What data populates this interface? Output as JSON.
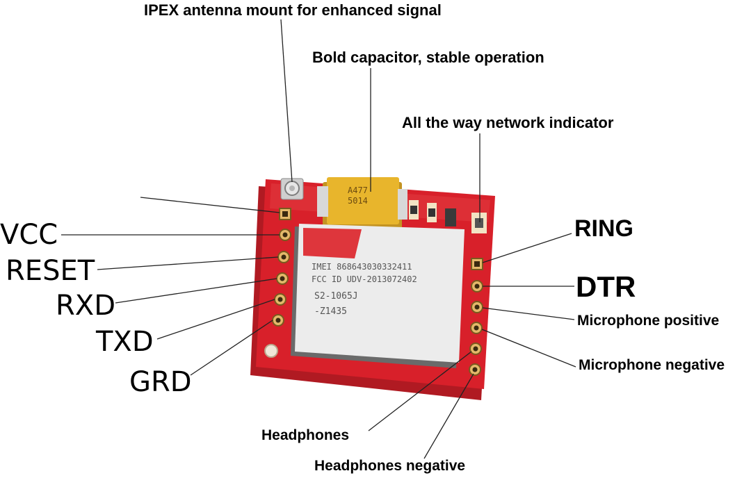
{
  "labels": {
    "ipex": "IPEX antenna mount for enhanced signal",
    "capacitor": "Bold capacitor, stable operation",
    "indicator": "All the way network indicator",
    "vcc": "VCC",
    "reset": "RESET",
    "rxd": "RXD",
    "txd": "TXD",
    "grd": "GRD",
    "ring": "RING",
    "dtr": "DTR",
    "mic_pos": "Microphone positive",
    "mic_neg": "Microphone negative",
    "headphones": "Headphones",
    "headphones_neg": "Headphones negative"
  },
  "module": {
    "capacitor_marking": [
      "A477",
      "5014"
    ],
    "chip_lines": [
      "IMEI 868643030332411",
      "FCC ID UDV-2013072402",
      "S2-1065J",
      "-Z1435"
    ]
  },
  "colors": {
    "pcb": "#d8202a",
    "pcb_dark": "#a3121b",
    "shield": "#ececec",
    "capacitor": "#e8b52c",
    "pad": "#e4b96a"
  }
}
